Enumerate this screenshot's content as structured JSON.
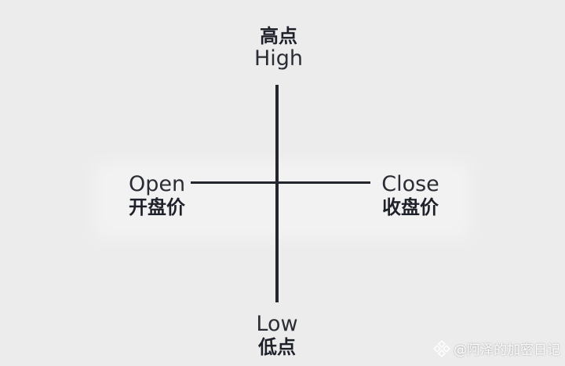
{
  "diagram": {
    "high": {
      "zh": "高点",
      "en": "High"
    },
    "low": {
      "en": "Low",
      "zh": "低点"
    },
    "open": {
      "en": "Open",
      "zh": "开盘价"
    },
    "close": {
      "en": "Close",
      "zh": "收盘价"
    },
    "line_color": "#23262d",
    "background": "#ececec"
  },
  "watermark": {
    "text": "@阿泽的加密日记",
    "icon": "binance-logo-icon"
  }
}
